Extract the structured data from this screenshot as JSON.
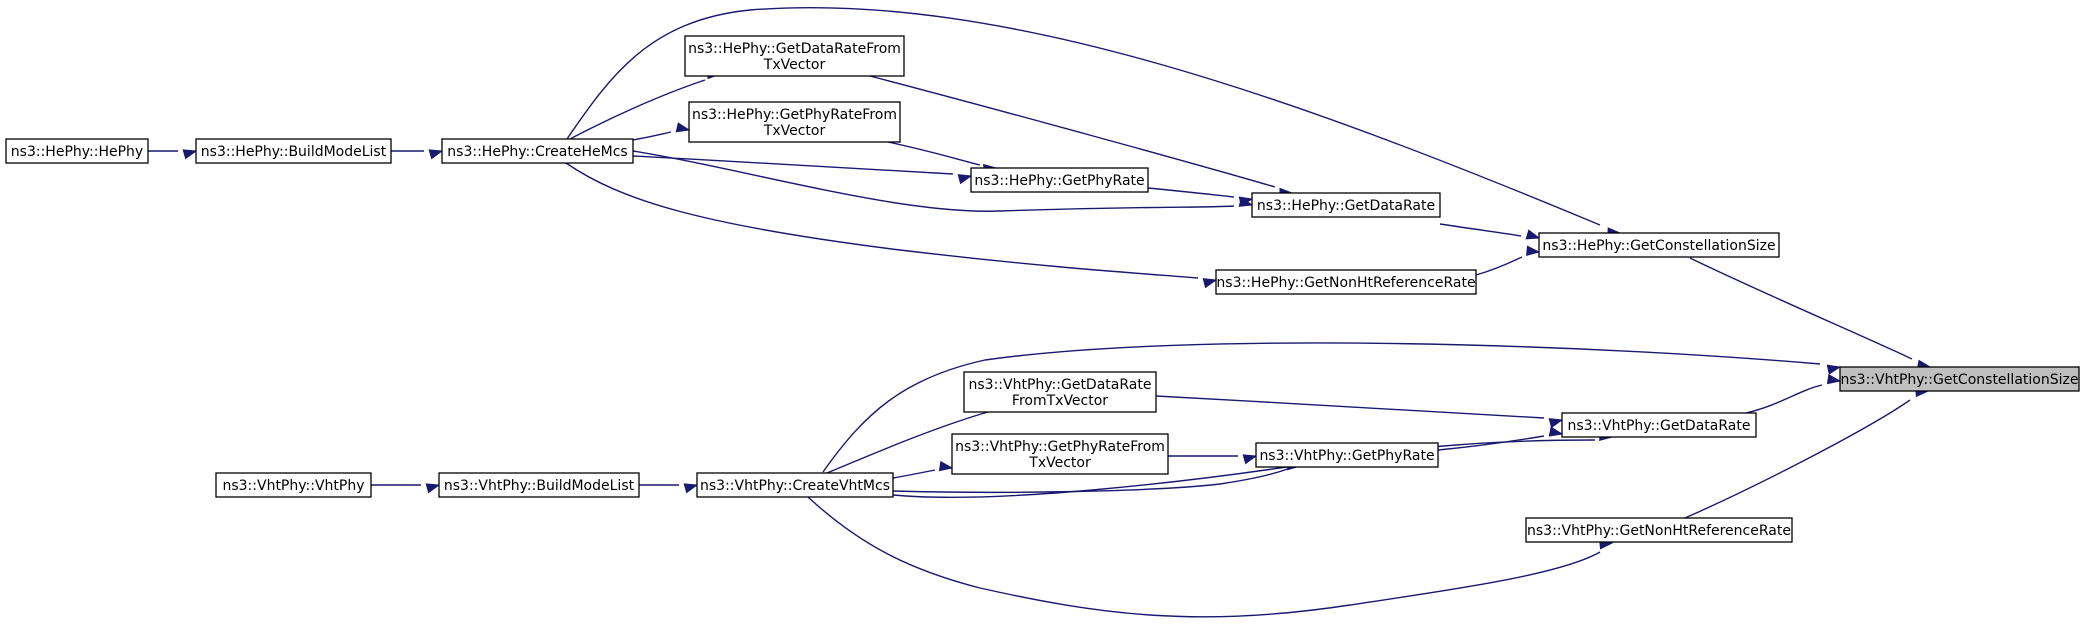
{
  "nodes": {
    "vht_getconstellationsize": [
      "ns3::VhtPhy::GetConstellationSize"
    ],
    "he_getconstellationsize": [
      "ns3::HePhy::GetConstellationSize"
    ],
    "vht_getdatarate": [
      "ns3::VhtPhy::GetDataRate"
    ],
    "vht_getnonhtreferencerate": [
      "ns3::VhtPhy::GetNonHtReferenceRate"
    ],
    "vht_createvhtmcs": [
      "ns3::VhtPhy::CreateVhtMcs"
    ],
    "vht_getdataratefromtxvector": [
      "ns3::VhtPhy::GetDataRate",
      "FromTxVector"
    ],
    "vht_getphyrate": [
      "ns3::VhtPhy::GetPhyRate"
    ],
    "vht_getphyratefromtxvector": [
      "ns3::VhtPhy::GetPhyRateFrom",
      "TxVector"
    ],
    "vht_buildmodelist": [
      "ns3::VhtPhy::BuildModeList"
    ],
    "vht_vhtphy": [
      "ns3::VhtPhy::VhtPhy"
    ],
    "he_getdatarate": [
      "ns3::HePhy::GetDataRate"
    ],
    "he_getnonhtreferencerate": [
      "ns3::HePhy::GetNonHtReferenceRate"
    ],
    "he_createhemcs": [
      "ns3::HePhy::CreateHeMcs"
    ],
    "he_getdataratefromtxvector": [
      "ns3::HePhy::GetDataRateFrom",
      "TxVector"
    ],
    "he_getphyrate": [
      "ns3::HePhy::GetPhyRate"
    ],
    "he_getphyratefromtxvector": [
      "ns3::HePhy::GetPhyRateFrom",
      "TxVector"
    ],
    "he_buildmodelist": [
      "ns3::HePhy::BuildModeList"
    ],
    "he_hephy": [
      "ns3::HePhy::HePhy"
    ]
  },
  "highlighted_node": "vht_getconstellationsize",
  "edges": [
    [
      "vht_getconstellationsize",
      "he_getconstellationsize"
    ],
    [
      "vht_getconstellationsize",
      "vht_createvhtmcs"
    ],
    [
      "vht_getconstellationsize",
      "vht_getdatarate"
    ],
    [
      "vht_getconstellationsize",
      "vht_getnonhtreferencerate"
    ],
    [
      "he_getconstellationsize",
      "he_createhemcs"
    ],
    [
      "he_getconstellationsize",
      "he_getdatarate"
    ],
    [
      "he_getconstellationsize",
      "he_getnonhtreferencerate"
    ],
    [
      "he_getdatarate",
      "he_createhemcs"
    ],
    [
      "he_getdatarate",
      "he_getdataratefromtxvector"
    ],
    [
      "he_getdatarate",
      "he_getphyrate"
    ],
    [
      "he_getphyrate",
      "he_createhemcs"
    ],
    [
      "he_getphyrate",
      "he_getphyratefromtxvector"
    ],
    [
      "he_getnonhtreferencerate",
      "he_createhemcs"
    ],
    [
      "he_getdataratefromtxvector",
      "he_createhemcs"
    ],
    [
      "he_getphyratefromtxvector",
      "he_createhemcs"
    ],
    [
      "he_createhemcs",
      "he_buildmodelist"
    ],
    [
      "he_buildmodelist",
      "he_hephy"
    ],
    [
      "vht_getdatarate",
      "vht_createvhtmcs"
    ],
    [
      "vht_getdatarate",
      "vht_getdataratefromtxvector"
    ],
    [
      "vht_getdatarate",
      "vht_getphyrate"
    ],
    [
      "vht_getphyrate",
      "vht_createvhtmcs"
    ],
    [
      "vht_getphyrate",
      "vht_getphyratefromtxvector"
    ],
    [
      "vht_getnonhtreferencerate",
      "vht_createvhtmcs"
    ],
    [
      "vht_getdataratefromtxvector",
      "vht_createvhtmcs"
    ],
    [
      "vht_getphyratefromtxvector",
      "vht_createvhtmcs"
    ],
    [
      "vht_createvhtmcs",
      "vht_buildmodelist"
    ],
    [
      "vht_buildmodelist",
      "vht_vhtphy"
    ]
  ]
}
